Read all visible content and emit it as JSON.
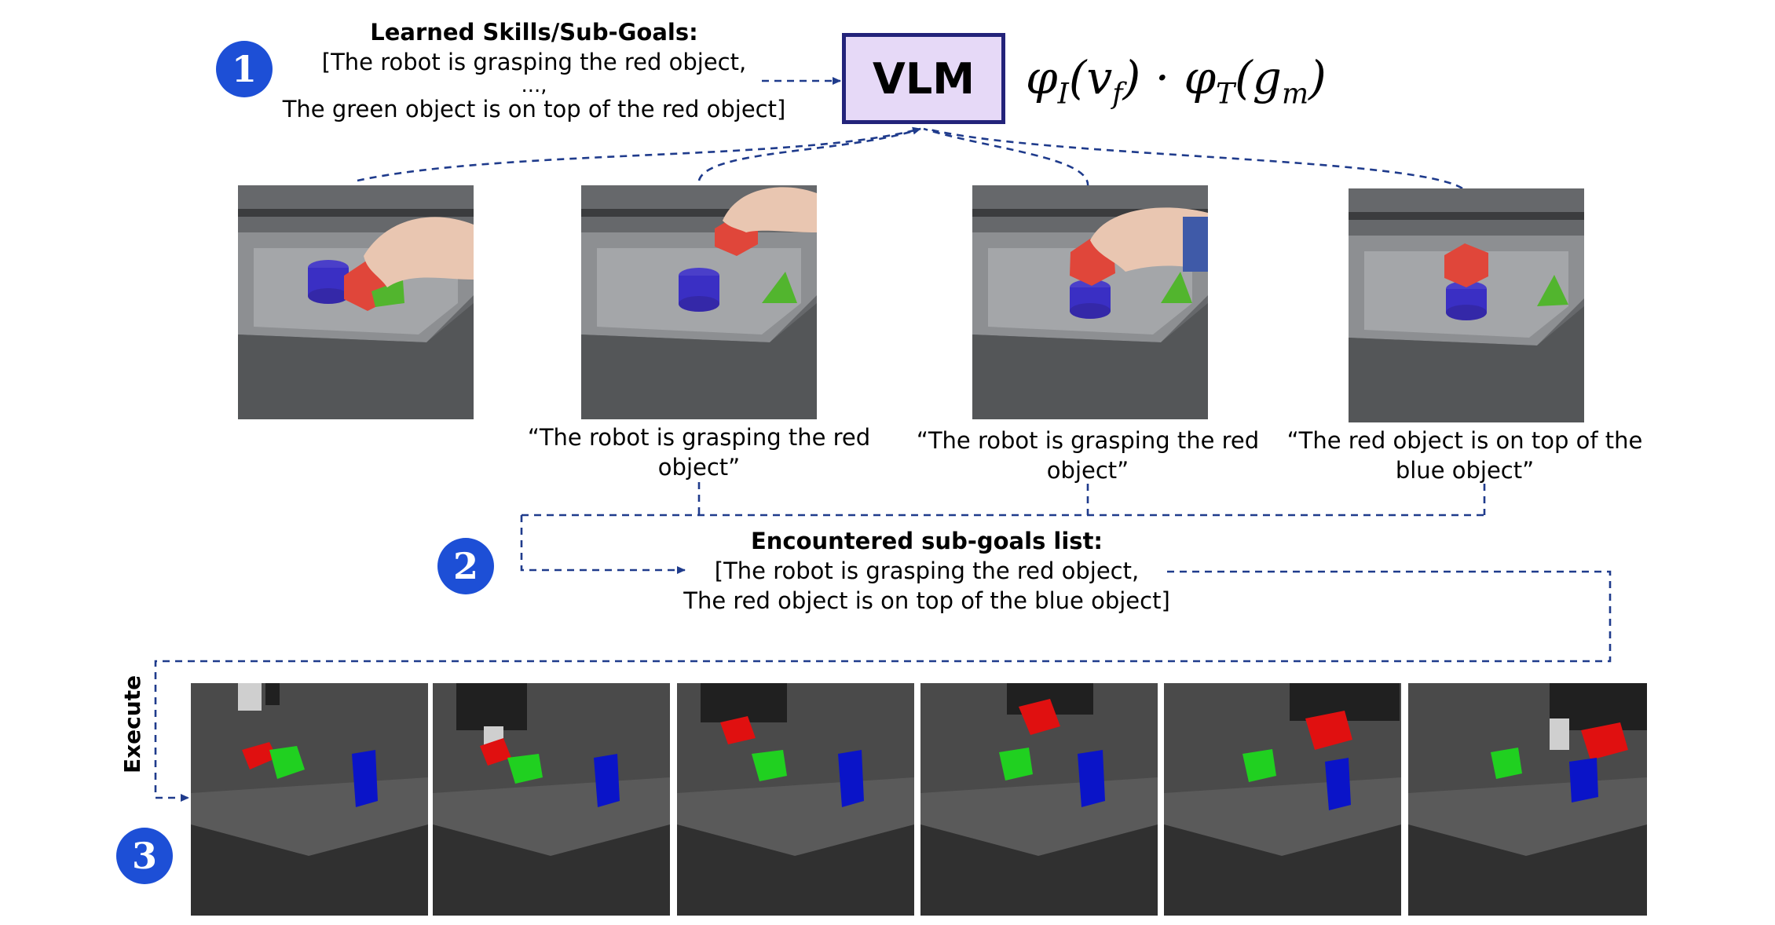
{
  "steps": [
    "1",
    "2",
    "3"
  ],
  "skills": {
    "heading": "Learned Skills/Sub-Goals:",
    "line1": "[The robot is grasping the red object,",
    "ellipsis": "...,",
    "line3": "The green object is on top of the red object]"
  },
  "vlm": {
    "label": "VLM",
    "formula_phi_i": "φ",
    "formula_sub_i": "I",
    "formula_v": "(v",
    "formula_sub_f": "f",
    "formula_mid": ") · φ",
    "formula_sub_t": "T",
    "formula_g": "(g",
    "formula_sub_m": "m",
    "formula_close": ")"
  },
  "captions": {
    "frame2_line1": "“The robot is grasping the red",
    "frame2_line2": "object”",
    "frame3_line1": "“The robot is grasping the red",
    "frame3_line2": "object”",
    "frame4_line1": "“The red object is on top of the",
    "frame4_line2": "blue object”"
  },
  "encountered": {
    "heading": "Encountered sub-goals list:",
    "line1": "[The robot is grasping the red object,",
    "line2": "The red object is on top of the blue object]"
  },
  "execute_label": "Execute",
  "colors": {
    "badge": "#1d4fd6",
    "vlm_fill": "#e6d9f7",
    "vlm_border": "#23237a",
    "wire": "#1f3b8c",
    "red": "#e0463a",
    "blue": "#3a2fc4",
    "green": "#52b52e"
  }
}
